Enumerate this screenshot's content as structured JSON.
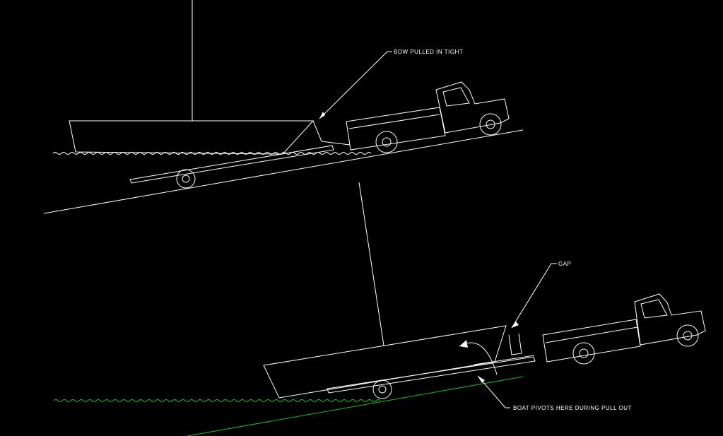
{
  "colors": {
    "background": "#000000",
    "line": "#ffffff",
    "water_bottom": "#19c219"
  },
  "annotations": {
    "bow_pulled": "BOW PULLED IN TIGHT",
    "gap": "GAP",
    "pivot": "BOAT PIVOTS HERE DURING PULL OUT"
  }
}
